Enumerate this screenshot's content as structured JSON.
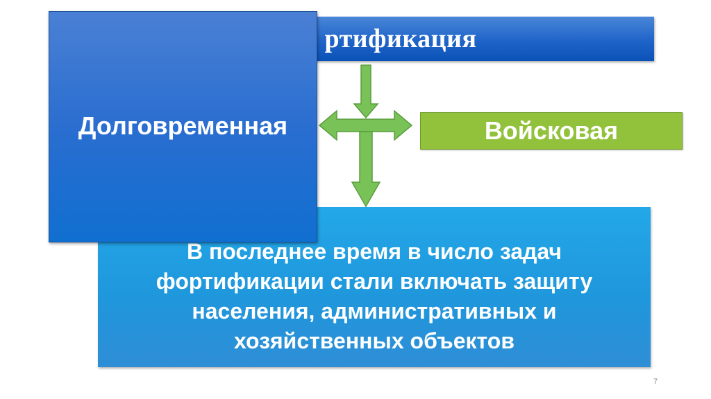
{
  "slide": {
    "title": "Фортификация",
    "title_visible_fragment": "ртификация",
    "long_term_label": "Долговременная",
    "field_label": "Войсковая",
    "bottom_lines": [
      "В последнее время в число задач",
      "фортификации стали включать защиту",
      "населения, административных и",
      "хозяйственных объектов"
    ],
    "page_number": "7"
  },
  "colors": {
    "title_blue": "#1f64c8",
    "long_term_blue": "#2a6ed0",
    "field_green": "#92c13b",
    "arrow_green": "#78c257",
    "bottom_blue": "#1f97dc"
  }
}
